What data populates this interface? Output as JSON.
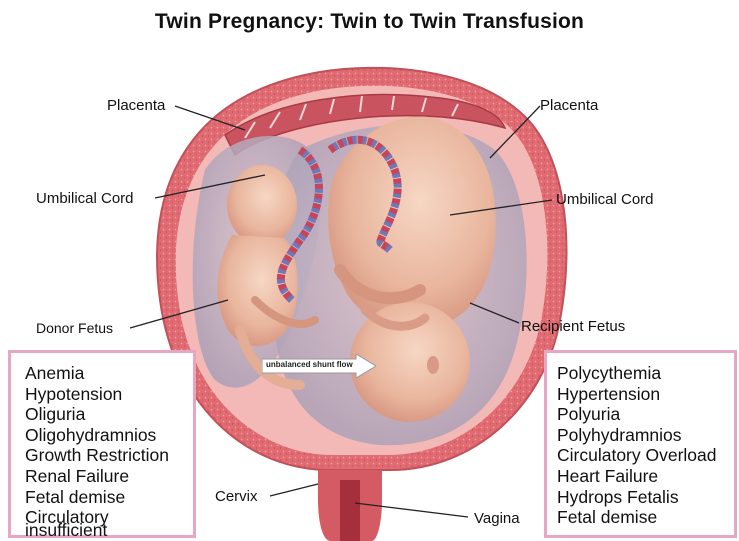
{
  "title": "Twin Pregnancy: Twin to Twin Transfusion",
  "labels": {
    "placenta_left": "Placenta",
    "placenta_right": "Placenta",
    "umbilical_left": "Umbilical Cord",
    "umbilical_right": "Umbilical Cord",
    "donor": "Donor Fetus",
    "recipient": "Recipient Fetus",
    "cervix": "Cervix",
    "vagina": "Vagina",
    "shunt": "unbalanced shunt flow"
  },
  "donor_effects": [
    "Anemia",
    "Hypotension",
    "Oliguria",
    "Oligohydramnios",
    "Growth Restriction",
    "Renal Failure",
    "Fetal demise",
    "Circulatory",
    "insufficient"
  ],
  "recipient_effects": [
    "Polycythemia",
    "Hypertension",
    "Polyuria",
    "Polyhydramnios",
    "Circulatory Overload",
    "Heart Failure",
    "Hydrops Fetalis",
    "Fetal demise"
  ],
  "colors": {
    "uterus": "#e2747b",
    "uterus_inner": "#f2b6b4",
    "sac": "#b9aebf",
    "fetus": "#efc4ad",
    "box_border": "#e7a6c3",
    "cord_red": "#c6455a",
    "cord_blue": "#6d79b9"
  }
}
